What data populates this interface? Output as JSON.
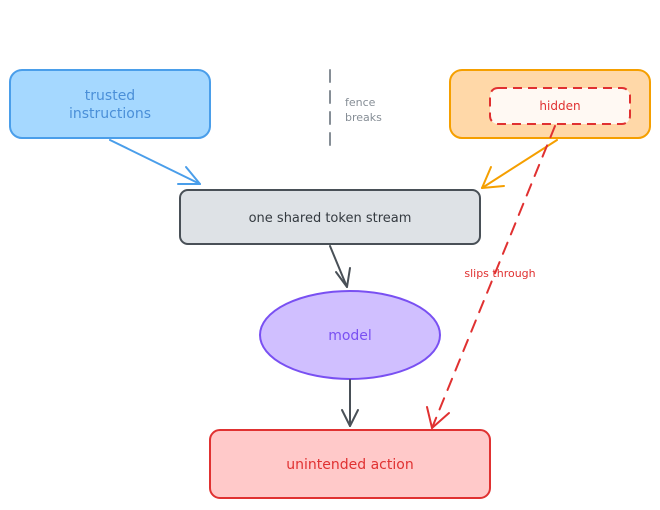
{
  "nodes": {
    "trusted": {
      "label_line1": "trusted",
      "label_line2": "instructions",
      "fill": "#a5d8ff",
      "stroke": "#4a9eea",
      "text_color": "#4a8fd8"
    },
    "untrusted": {
      "fill": "#ffd8a8",
      "stroke": "#f59f00"
    },
    "hidden": {
      "label": "hidden",
      "fill": "#fff9f3",
      "stroke": "#e03131",
      "text_color": "#e03131"
    },
    "token_stream": {
      "label": "one shared token stream",
      "fill": "#dee2e6",
      "stroke": "#495057",
      "text_color": "#343a40"
    },
    "model": {
      "label": "model",
      "fill": "#d0bfff",
      "stroke": "#7950f2",
      "text_color": "#7950f2"
    },
    "action": {
      "label": "unintended action",
      "fill": "#ffc9c9",
      "stroke": "#e03131",
      "text_color": "#e03131"
    }
  },
  "annotations": {
    "fence_line1": "fence",
    "fence_line2": "breaks",
    "fence_color": "#868e96",
    "slips_through": "slips through",
    "slips_color": "#e03131"
  },
  "edges": {
    "trusted_to_stream": "#4a9eea",
    "untrusted_to_stream": "#f59f00",
    "stream_to_model": "#495057",
    "model_to_action": "#495057",
    "hidden_to_action": "#e03131"
  }
}
